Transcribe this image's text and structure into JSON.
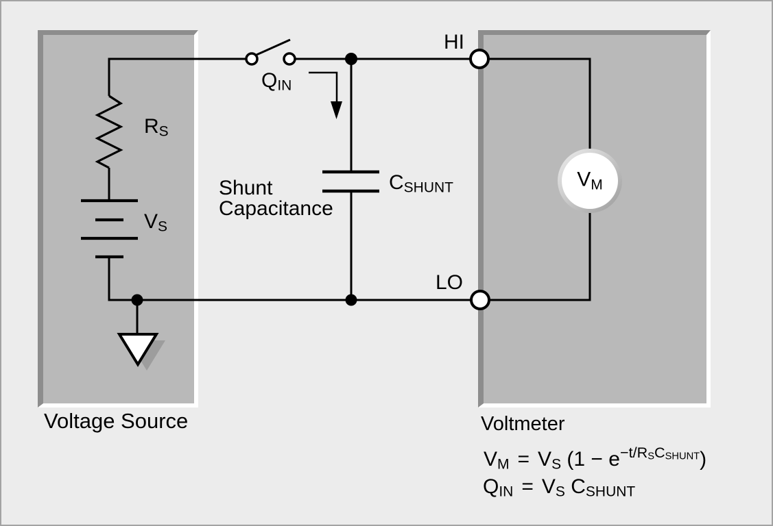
{
  "diagram": {
    "background": "#ececec",
    "border_color": "#a3a3a3",
    "box_fill": "#b9b9b9",
    "box_bevel_dark": "#8d8d8d",
    "box_bevel_light": "#ffffff",
    "wire_color": "#000000",
    "ground_shadow": "#9d9d9d"
  },
  "voltage_source": {
    "caption": "Voltage Source",
    "resistor_label": {
      "main": "R",
      "sub": "S"
    },
    "battery_label": {
      "main": "V",
      "sub": "S"
    }
  },
  "voltmeter": {
    "caption": "Voltmeter",
    "meter_label": {
      "main": "V",
      "sub": "M"
    }
  },
  "terminals": {
    "hi": "HI",
    "lo": "LO"
  },
  "charge_label": {
    "main": "Q",
    "sub": "IN"
  },
  "capacitor": {
    "note_line1": "Shunt",
    "note_line2": "Capacitance",
    "label": {
      "main": "C",
      "sub": "SHUNT"
    }
  },
  "equations": {
    "eq1": {
      "lhs_main": "V",
      "lhs_sub": "M",
      "equals": "=",
      "rhs_v": "V",
      "rhs_v_sub": "S",
      "rhs_open": "(1 − e",
      "exp_main": "−t/R",
      "exp_sub": "S",
      "exp_c": "C",
      "exp_c_sub": "SHUNT",
      "rhs_close": ")"
    },
    "eq2": {
      "lhs_main": "Q",
      "lhs_sub": "IN",
      "equals": "=",
      "rhs_v": "V",
      "rhs_v_sub": "S",
      "rhs_c": "C",
      "rhs_c_sub": "SHUNT"
    }
  }
}
